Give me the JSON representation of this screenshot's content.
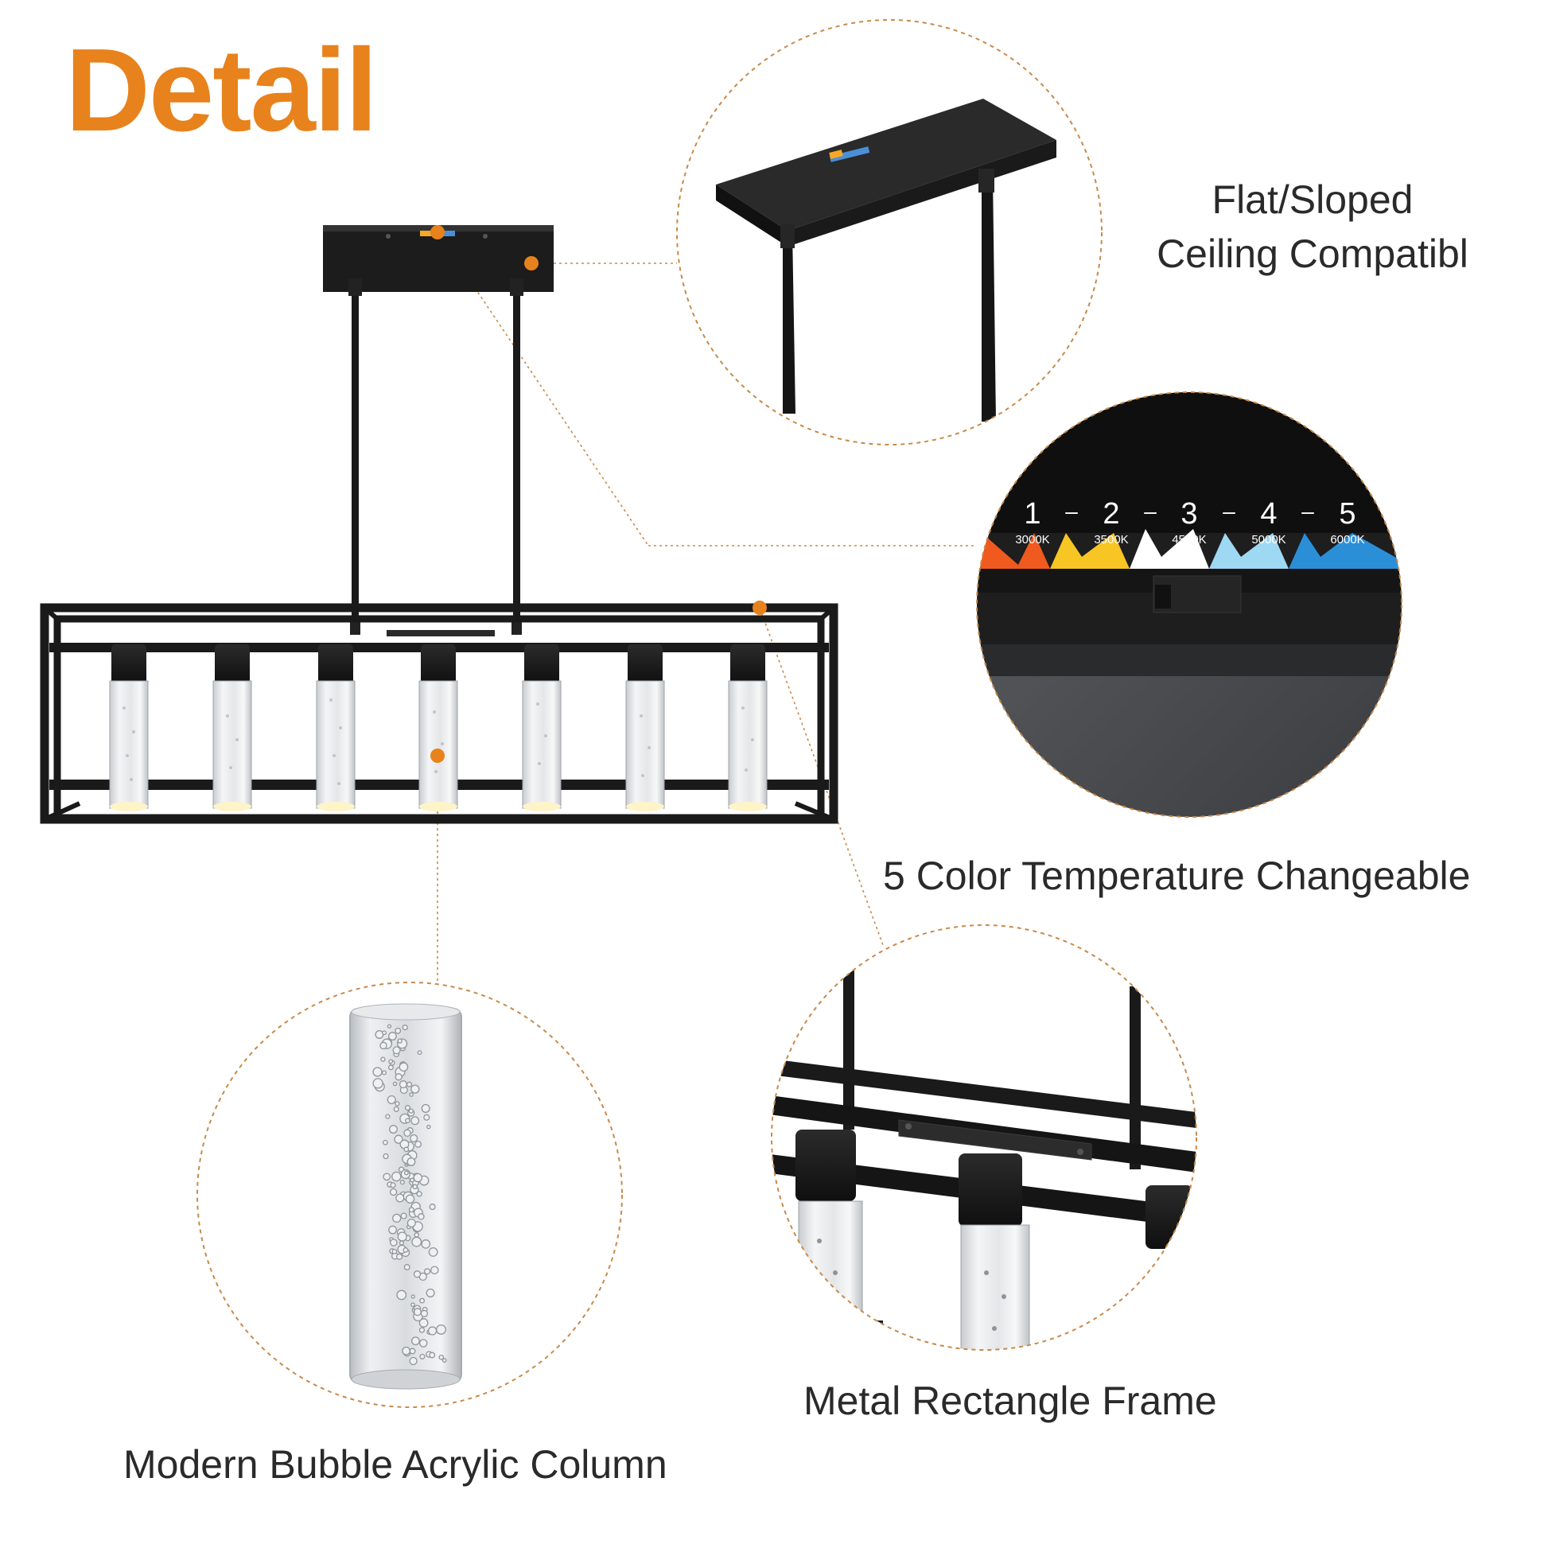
{
  "title": "Detail",
  "colors": {
    "accent": "#E8821C",
    "fixture": "#1a1a1a",
    "dashed": "#C88A4A",
    "text": "#2a2a2a"
  },
  "features": {
    "ceiling": {
      "line1": "Flat/Sloped",
      "line2": "Ceiling Compatibl"
    },
    "temperature": {
      "label": "5 Color Temperature Changeable"
    },
    "frame": {
      "label": "Metal Rectangle Frame"
    },
    "column": {
      "label": "Modern Bubble Acrylic Column"
    }
  },
  "temperature_scale": {
    "steps": [
      {
        "number": "1",
        "kelvin": "3000K",
        "color": "#F05A1E"
      },
      {
        "number": "2",
        "kelvin": "3500K",
        "color": "#F7C624"
      },
      {
        "number": "3",
        "kelvin": "4500K",
        "color": "#FFFFFF"
      },
      {
        "number": "4",
        "kelvin": "5000K",
        "color": "#9FD8F2"
      },
      {
        "number": "5",
        "kelvin": "6000K",
        "color": "#2B8FD8"
      }
    ],
    "separator": "–"
  }
}
